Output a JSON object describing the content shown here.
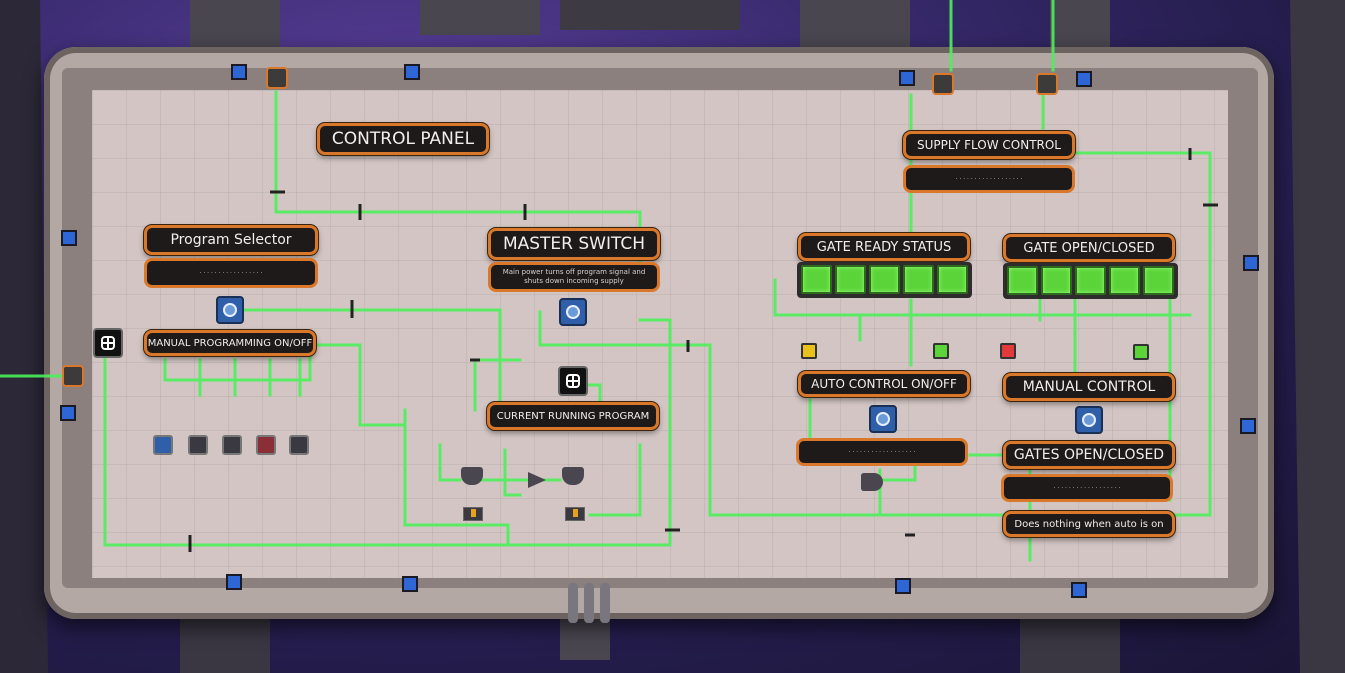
{
  "panel": {
    "title": "CONTROL PANEL",
    "program_selector": {
      "title": "Program Selector",
      "description": "· · · · · · · · · · · · · · · · ·"
    },
    "manual_programming": {
      "title": "MANUAL PROGRAMMING ON/OFF"
    },
    "master_switch": {
      "title": "MASTER SWITCH",
      "description": "Main power turns off program signal and shuts down incoming supply"
    },
    "current_program": {
      "title": "CURRENT RUNNING PROGRAM"
    },
    "supply_flow": {
      "title": "SUPPLY FLOW CONTROL",
      "description": "· · · · · · · · · · · · · · · · · ·"
    },
    "gate_ready": {
      "title": "GATE READY STATUS",
      "lights": 5
    },
    "gate_open_closed": {
      "title": "GATE OPEN/CLOSED",
      "lights": 5
    },
    "auto_control": {
      "title": "AUTO CONTROL ON/OFF",
      "description": "· · · · · · · · · · · · · · · · · ·"
    },
    "manual_control": {
      "title": "MANUAL CONTROL"
    },
    "gates_open_closed": {
      "title": "GATES OPEN/CLOSED",
      "description": "· · · · · · · · · · · · · · · · · ·"
    },
    "note": "Does nothing when auto is on"
  },
  "colors": {
    "wire": "#4cf05a",
    "label_border": "#d9782a",
    "light_green": "#5bd43a",
    "indicator_yellow": "#e8c21a",
    "indicator_red": "#e23a3a"
  }
}
